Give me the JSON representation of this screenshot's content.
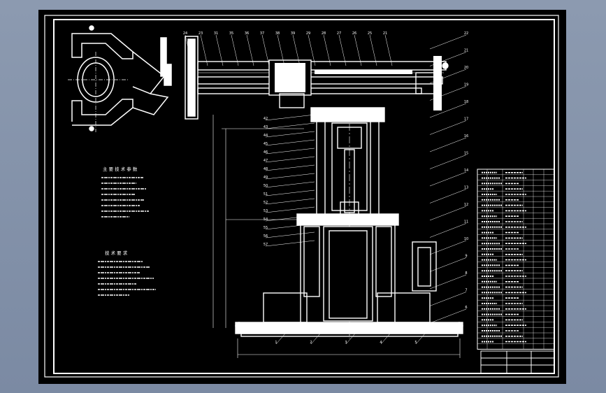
{
  "colors": {
    "background": "#000000",
    "line": "#ffffff",
    "window": "#7f8ea6"
  },
  "notes": {
    "params_title": "主 要 技 术 参 数",
    "requirements_title": "技 术 要 求"
  },
  "balloons_top": [
    "24",
    "23",
    "31",
    "35",
    "36",
    "37",
    "38",
    "39",
    "29",
    "28",
    "27",
    "26",
    "25",
    "21"
  ],
  "balloons_right": [
    "22",
    "21",
    "20",
    "19",
    "18",
    "17",
    "16",
    "15",
    "14",
    "13",
    "12",
    "11",
    "10",
    "9",
    "8",
    "7",
    "6"
  ],
  "balloons_left": [
    "42",
    "43",
    "44",
    "45",
    "46",
    "47",
    "48",
    "49",
    "50",
    "51",
    "52",
    "53",
    "54",
    "55",
    "56",
    "57"
  ],
  "balloons_bottom": [
    "1",
    "2",
    "3",
    "4",
    "5"
  ]
}
